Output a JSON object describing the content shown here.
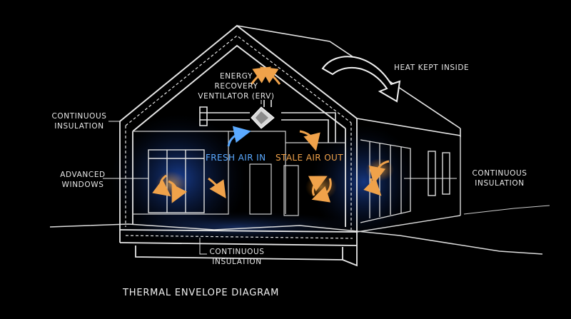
{
  "labels": {
    "erv": "ENERGY\nRECOVERY\nVENTILATOR (ERV)",
    "heat_kept_inside": "HEAT KEPT INSIDE",
    "continuous_insulation_left": "CONTINUOUS\nINSULATION",
    "continuous_insulation_right": "CONTINUOUS\nINSULATION",
    "continuous_insulation_bottom": "CONTINUOUS\nINSULATION",
    "advanced_windows": "ADVANCED\nWINDOWS",
    "fresh_air_in": "FRESH AIR IN",
    "stale_air_out": "STALE AIR OUT",
    "diagram_title": "THERMAL ENVELOPE DIAGRAM"
  },
  "colors": {
    "background": "#000000",
    "line": "#e6e6e6",
    "fresh_air": "#5aa9ff",
    "stale_air": "#f0a24a",
    "glow": "#1d5fd6"
  },
  "icons": {
    "erv_unit": "erv-unit-icon",
    "heat_arrow": "curved-arrow-icon",
    "airflow_arrow": "airflow-arrow-icon"
  }
}
